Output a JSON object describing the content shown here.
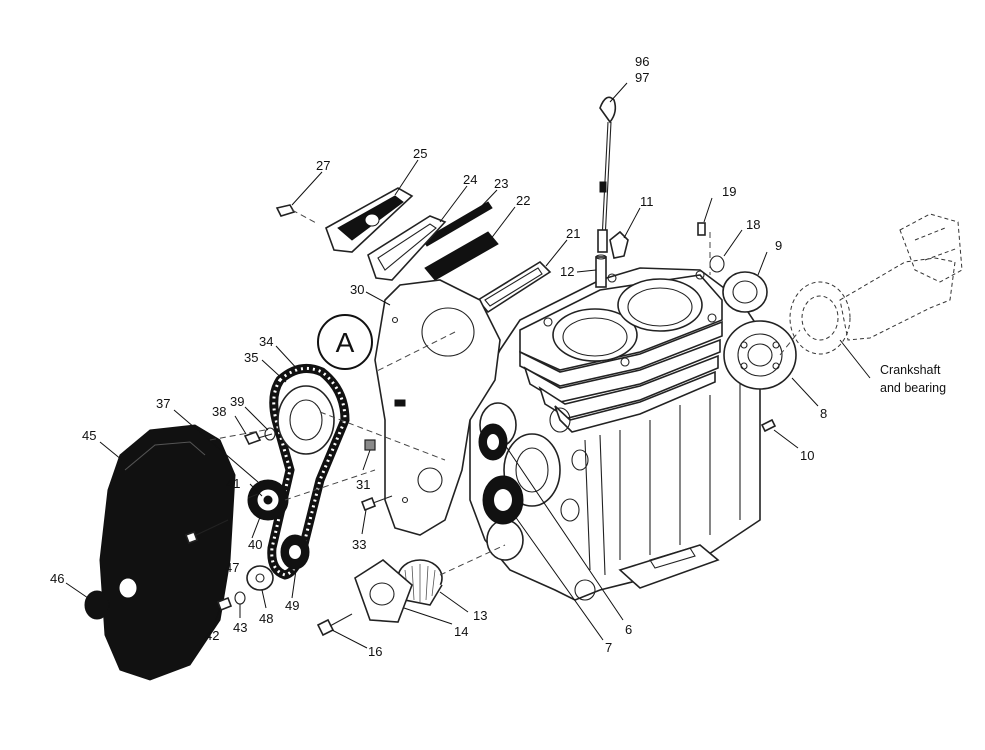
{
  "diagram": {
    "callout_letter": "A",
    "crankshaft_note": [
      "Crankshaft",
      "and bearing"
    ],
    "part_numbers": {
      "p96": "96",
      "p97": "97",
      "p25": "25",
      "p27": "27",
      "p24": "24",
      "p23": "23",
      "p22": "22",
      "p11": "11",
      "p19": "19",
      "p18": "18",
      "p9": "9",
      "p21": "21",
      "p12": "12",
      "p30": "30",
      "p34": "34",
      "p35": "35",
      "p37": "37",
      "p39": "39",
      "p38": "38",
      "p45": "45",
      "p41": "41",
      "p40": "40",
      "p47": "47",
      "p46": "46",
      "p42": "42",
      "p43": "43",
      "p48": "48",
      "p49": "49",
      "p31": "31",
      "p33": "33",
      "p8": "8",
      "p10": "10",
      "p13": "13",
      "p14": "14",
      "p16": "16",
      "p6": "6",
      "p7": "7"
    }
  }
}
